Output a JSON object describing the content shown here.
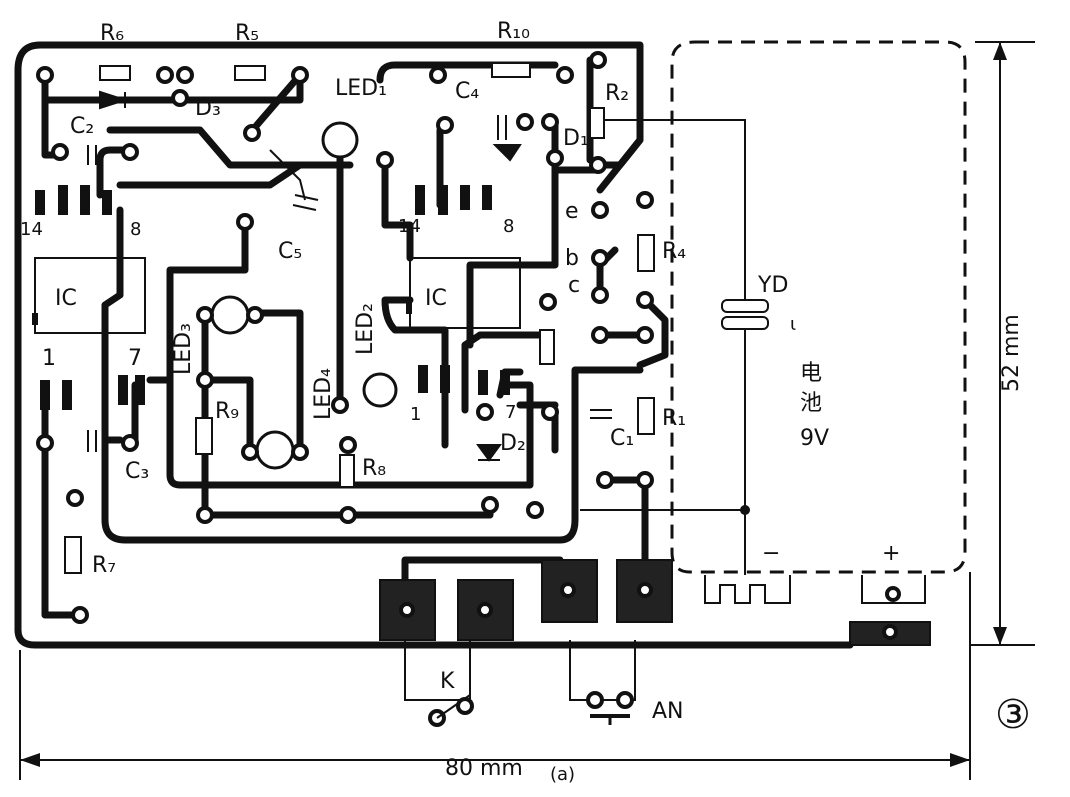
{
  "figure_number": "③",
  "caption": "(a)",
  "dimensions": {
    "width": "80 mm",
    "height": "52 mm"
  },
  "battery": {
    "label_line1": "电",
    "label_line2": "池",
    "voltage": "9V",
    "minus": "−",
    "plus": "+"
  },
  "ic_labels": {
    "ic1": "IC",
    "ic2": "IC"
  },
  "pin_labels": {
    "ic1_pin14": "14",
    "ic1_pin8": "8",
    "ic1_pin1": "1",
    "ic1_pin7": "7",
    "ic2_pin14": "14",
    "ic2_pin8": "8",
    "ic2_pin1": "1",
    "ic2_pin7": "7"
  },
  "terminals": {
    "e": "e",
    "b": "b",
    "c": "c"
  },
  "components": {
    "R1": "R₁",
    "R2": "R₂",
    "R4": "R₄",
    "R5": "R₅",
    "R6": "R₆",
    "R7": "R₇",
    "R8": "R₈",
    "R9": "R₉",
    "R10": "R₁₀",
    "C1": "C₁",
    "C2": "C₂",
    "C3": "C₃",
    "C4": "C₄",
    "C5": "C₅",
    "D1": "D₁",
    "D2": "D₂",
    "D3": "D₃",
    "LED1": "LED₁",
    "LED2": "LED₂",
    "LED3": "LED₃",
    "LED4": "LED₄",
    "YD": "YD",
    "K": "K",
    "AN": "AN"
  }
}
